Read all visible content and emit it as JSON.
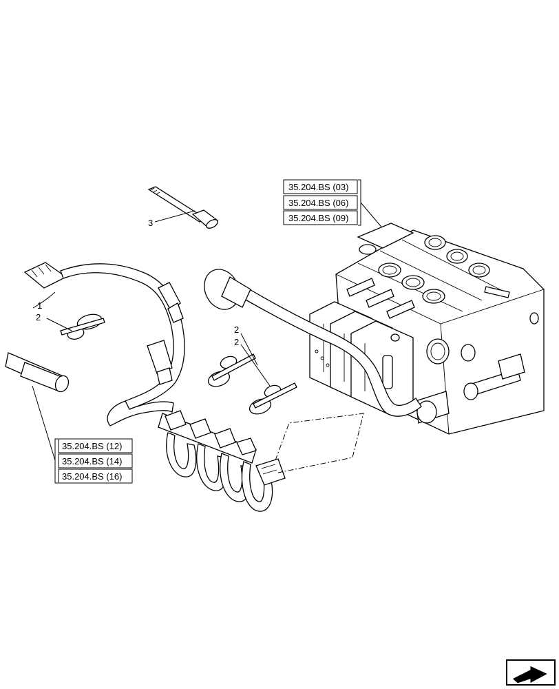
{
  "callouts": {
    "ref_top": [
      "35.204.BS (03)",
      "35.204.BS (06)",
      "35.204.BS (09)"
    ],
    "ref_left": [
      "35.204.BS (12)",
      "35.204.BS (14)",
      "35.204.BS (16)"
    ],
    "item_1": "1",
    "item_2a": "2",
    "item_2b": "2",
    "item_2c": "2",
    "item_3": "3"
  },
  "icons": {
    "nav": "next-page-arrow-icon"
  }
}
